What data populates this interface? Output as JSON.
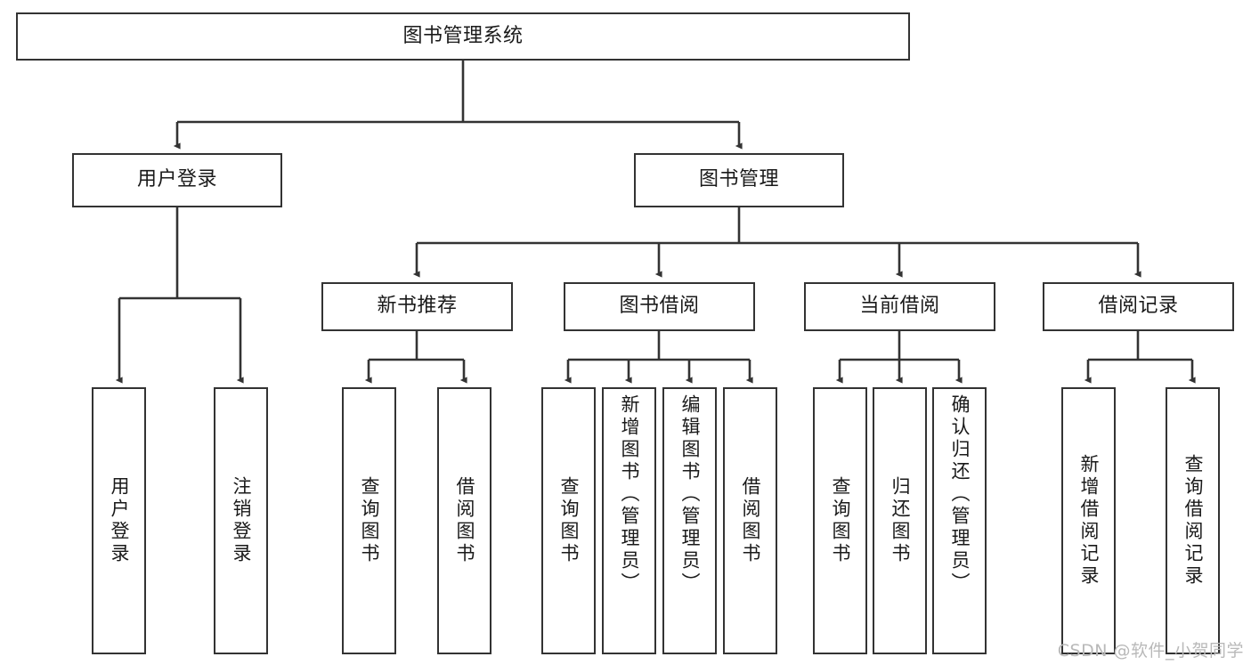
{
  "diagram": {
    "type": "tree-hierarchy",
    "title": "图书管理系统",
    "root": {
      "id": "root",
      "label": "图书管理系统",
      "level": 0
    },
    "level2": [
      {
        "id": "user-login",
        "label": "用户登录"
      },
      {
        "id": "book-manage",
        "label": "图书管理"
      }
    ],
    "level3": [
      {
        "id": "new-book-recommend",
        "label": "新书推荐",
        "parent": "book-manage"
      },
      {
        "id": "book-borrow",
        "label": "图书借阅",
        "parent": "book-manage"
      },
      {
        "id": "current-borrow",
        "label": "当前借阅",
        "parent": "book-manage"
      },
      {
        "id": "borrow-record",
        "label": "借阅记录",
        "parent": "book-manage"
      }
    ],
    "leaves": [
      {
        "id": "leaf-user-login",
        "label": "用户登录",
        "parent": "user-login"
      },
      {
        "id": "leaf-logout-login",
        "label": "注销登录",
        "parent": "user-login"
      },
      {
        "id": "leaf-query-book-1",
        "label": "查询图书",
        "parent": "new-book-recommend"
      },
      {
        "id": "leaf-borrow-book-1",
        "label": "借阅图书",
        "parent": "new-book-recommend"
      },
      {
        "id": "leaf-query-book-2",
        "label": "查询图书",
        "parent": "book-borrow"
      },
      {
        "id": "leaf-add-book",
        "label": "新增图书（管理员）",
        "parent": "book-borrow"
      },
      {
        "id": "leaf-edit-book",
        "label": "编辑图书（管理员）",
        "parent": "book-borrow"
      },
      {
        "id": "leaf-borrow-book-2",
        "label": "借阅图书",
        "parent": "book-borrow"
      },
      {
        "id": "leaf-query-book-3",
        "label": "查询图书",
        "parent": "current-borrow"
      },
      {
        "id": "leaf-return-book",
        "label": "归还图书",
        "parent": "current-borrow"
      },
      {
        "id": "leaf-confirm-return",
        "label": "确认归还（管理员）",
        "parent": "current-borrow"
      },
      {
        "id": "leaf-add-record",
        "label": "新增借阅记录",
        "parent": "borrow-record"
      },
      {
        "id": "leaf-query-record",
        "label": "查询借阅记录",
        "parent": "borrow-record"
      }
    ]
  },
  "watermark": {
    "text": "CSDN @软件_小贺同学"
  },
  "colors": {
    "stroke": "#333333",
    "text": "#1a1a1a",
    "background": "#ffffff",
    "watermark": "#b9b9b9"
  }
}
